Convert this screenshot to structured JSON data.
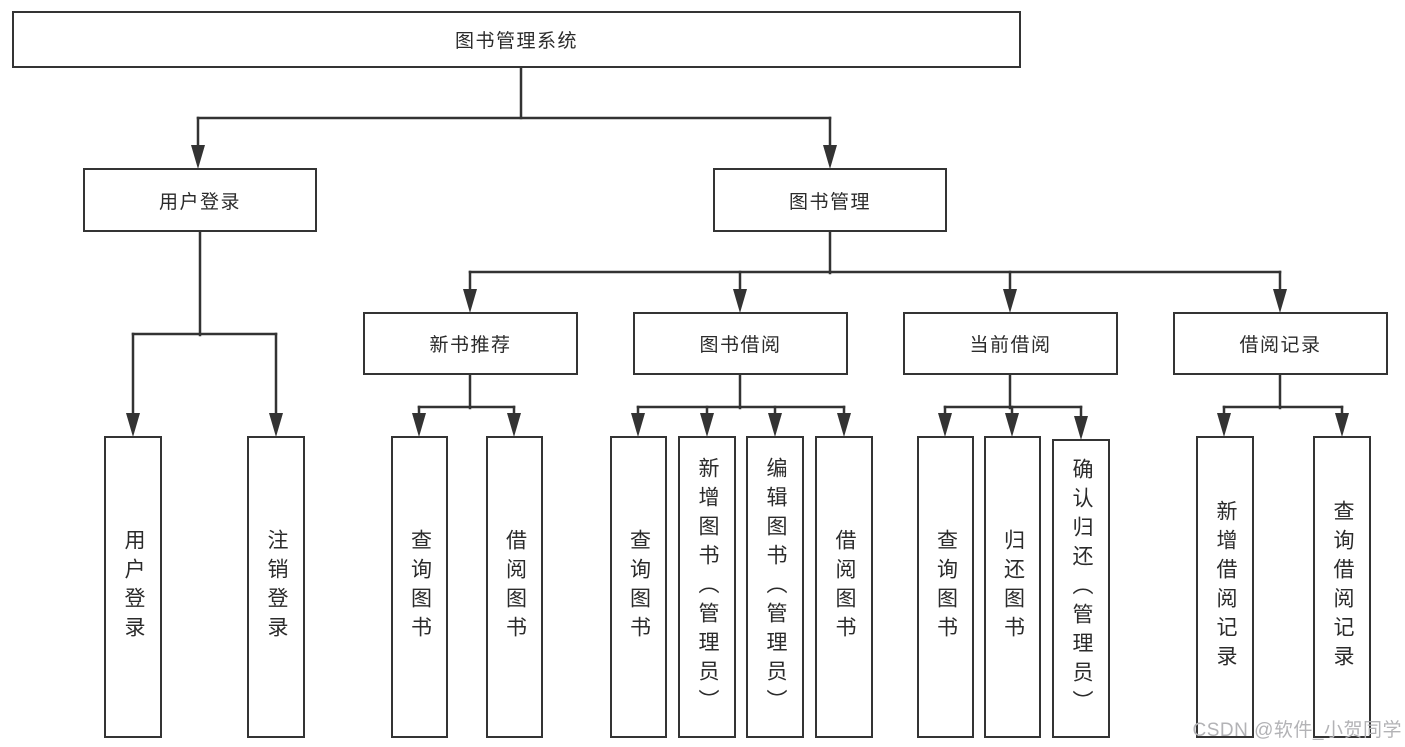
{
  "diagram": {
    "type": "tree-diagram",
    "colors": {
      "line": "#333333",
      "box_border": "#343434",
      "text": "#2b2b2b",
      "watermark": "#b3b3b6",
      "background": "#ffffff"
    },
    "nodes": {
      "root": {
        "label": "图书管理系统"
      },
      "userLogin": {
        "label": "用户登录"
      },
      "bookMgmt": {
        "label": "图书管理"
      },
      "login": {
        "label": "用户登录"
      },
      "logout": {
        "label": "注销登录"
      },
      "newBookRec": {
        "label": "新书推荐"
      },
      "bookBorrow": {
        "label": "图书借阅"
      },
      "currentBorrow": {
        "label": "当前借阅"
      },
      "borrowRecord": {
        "label": "借阅记录"
      },
      "nbrQuery": {
        "label": "查询图书"
      },
      "nbrBorrow": {
        "label": "借阅图书"
      },
      "bbQuery": {
        "label": "查询图书"
      },
      "bbAdd": {
        "label": "新增图书（管理员）"
      },
      "bbEdit": {
        "label": "编辑图书（管理员）"
      },
      "bbBorrow": {
        "label": "借阅图书"
      },
      "cbQuery": {
        "label": "查询图书"
      },
      "cbReturn": {
        "label": "归还图书"
      },
      "cbConfirm": {
        "label": "确认归还（管理员）"
      },
      "brAdd": {
        "label": "新增借阅记录"
      },
      "brQuery": {
        "label": "查询借阅记录"
      }
    },
    "hierarchy": {
      "图书管理系统": {
        "用户登录": [
          "用户登录",
          "注销登录"
        ],
        "图书管理": {
          "新书推荐": [
            "查询图书",
            "借阅图书"
          ],
          "图书借阅": [
            "查询图书",
            "新增图书（管理员）",
            "编辑图书（管理员）",
            "借阅图书"
          ],
          "当前借阅": [
            "查询图书",
            "归还图书",
            "确认归还（管理员）"
          ],
          "借阅记录": [
            "新增借阅记录",
            "查询借阅记录"
          ]
        }
      }
    },
    "watermark": {
      "text": "CSDN @软件_小贺同学"
    }
  }
}
